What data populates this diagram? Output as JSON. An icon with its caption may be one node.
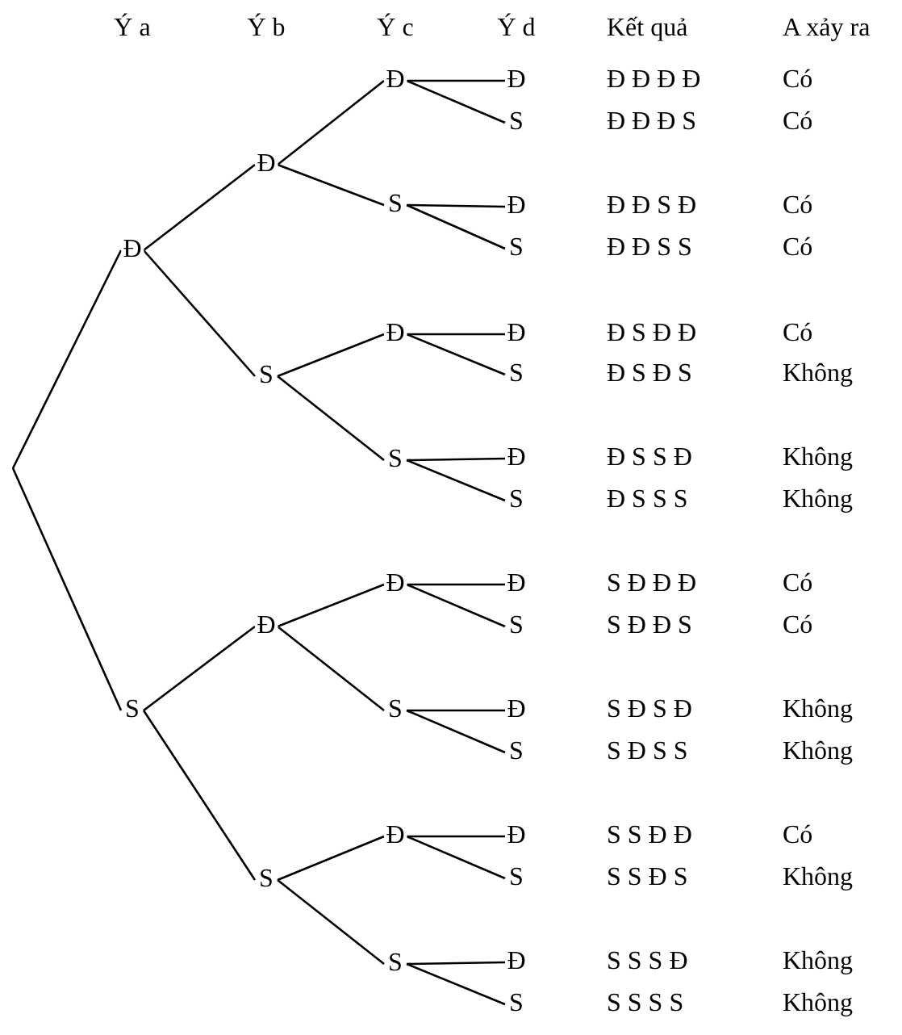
{
  "diagram": {
    "nodes": [
      {
        "text": [
          "Đ"
        ]
      },
      {
        "text": [
          "Đ"
        ]
      },
      {
        "text": [
          "Đ"
        ]
      },
      {
        "text": [
          "Đ"
        ]
      },
      {
        "text": [
          "S"
        ]
      },
      {
        "text": [
          "S"
        ]
      },
      {
        "text": [
          "Đ"
        ]
      },
      {
        "text": [
          "S"
        ]
      },
      {
        "text": [
          "S"
        ]
      },
      {
        "text": [
          "Đ"
        ]
      },
      {
        "text": [
          "Đ"
        ]
      },
      {
        "text": [
          "S"
        ]
      },
      {
        "text": [
          "S"
        ]
      },
      {
        "text": [
          "Đ"
        ]
      },
      {
        "text": [
          "S"
        ]
      },
      {
        "text": [
          "S"
        ]
      },
      {
        "text": [
          "Đ"
        ]
      },
      {
        "text": [
          "Đ"
        ]
      },
      {
        "text": [
          "Đ"
        ]
      },
      {
        "text": [
          "S"
        ]
      },
      {
        "text": [
          "S"
        ]
      },
      {
        "text": [
          "Đ"
        ]
      },
      {
        "text": [
          "S"
        ]
      },
      {
        "text": [
          "S"
        ]
      },
      {
        "text": [
          "Đ"
        ]
      },
      {
        "text": [
          "Đ"
        ]
      },
      {
        "text": [
          "S"
        ]
      },
      {
        "text": [
          "S"
        ]
      },
      {
        "text": [
          "Đ"
        ]
      },
      {
        "text": [
          "S"
        ]
      }
    ],
    "edges": [
      {
        "from": null,
        "to": 0,
        "arrow": "none"
      },
      {
        "from": null,
        "to": 15,
        "arrow": "none"
      },
      {
        "from": 0,
        "to": 1,
        "arrow": "none"
      },
      {
        "from": 0,
        "to": 8,
        "arrow": "none"
      },
      {
        "from": 1,
        "to": 2,
        "arrow": "none"
      },
      {
        "from": 1,
        "to": 5,
        "arrow": "none"
      },
      {
        "from": 2,
        "to": 3,
        "arrow": "none"
      },
      {
        "from": 2,
        "to": 4,
        "arrow": "none"
      },
      {
        "from": 5,
        "to": 6,
        "arrow": "none"
      },
      {
        "from": 5,
        "to": 7,
        "arrow": "none"
      },
      {
        "from": 8,
        "to": 9,
        "arrow": "none"
      },
      {
        "from": 8,
        "to": 12,
        "arrow": "none"
      },
      {
        "from": 9,
        "to": 10,
        "arrow": "none"
      },
      {
        "from": 9,
        "to": 11,
        "arrow": "none"
      },
      {
        "from": 12,
        "to": 13,
        "arrow": "none"
      },
      {
        "from": 12,
        "to": 14,
        "arrow": "none"
      },
      {
        "from": 15,
        "to": 16,
        "arrow": "none"
      },
      {
        "from": 15,
        "to": 23,
        "arrow": "none"
      },
      {
        "from": 16,
        "to": 17,
        "arrow": "none"
      },
      {
        "from": 16,
        "to": 20,
        "arrow": "none"
      },
      {
        "from": 17,
        "to": 18,
        "arrow": "none"
      },
      {
        "from": 17,
        "to": 19,
        "arrow": "none"
      },
      {
        "from": 20,
        "to": 21,
        "arrow": "none"
      },
      {
        "from": 20,
        "to": 22,
        "arrow": "none"
      },
      {
        "from": 23,
        "to": 24,
        "arrow": "none"
      },
      {
        "from": 23,
        "to": 27,
        "arrow": "none"
      },
      {
        "from": 24,
        "to": 25,
        "arrow": "none"
      },
      {
        "from": 24,
        "to": 26,
        "arrow": "none"
      },
      {
        "from": 27,
        "to": 28,
        "arrow": "none"
      },
      {
        "from": 27,
        "to": 29,
        "arrow": "none"
      }
    ],
    "labels": [
      "Ý a",
      "Ý b",
      "Ý c",
      "Ý d",
      "Kết quả",
      "A xảy ra",
      "Đ Đ Đ Đ",
      "Có",
      "Đ Đ Đ S",
      "Có",
      "Đ Đ S Đ",
      "Có",
      "Đ Đ S S",
      "Có",
      "Đ S Đ Đ",
      "Có",
      "Đ S Đ S",
      "Không",
      "Đ S S Đ",
      "Không",
      "Đ S S S",
      "Không",
      "S Đ Đ Đ",
      "Có",
      "S Đ Đ S",
      "Có",
      "S Đ S Đ",
      "Không",
      "S Đ S S",
      "Không",
      "S S Đ Đ",
      "Có",
      "S S Đ S",
      "Không",
      "S S S Đ",
      "Không",
      "S S S S",
      "Không"
    ]
  }
}
